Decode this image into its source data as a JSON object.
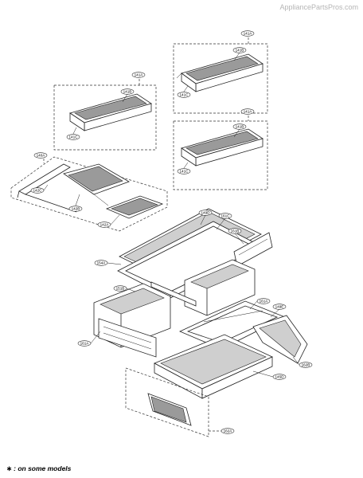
{
  "watermark": "AppliancePartsPros.com",
  "footnote": {
    "marker": "∗",
    "text": ": on some models"
  },
  "callouts": {
    "a141": "141A",
    "b141": "141B",
    "c141": "141C",
    "a140": "140A",
    "c142": "142C",
    "b142": "142B",
    "a142": "142A",
    "d149": "149D",
    "c161": "161C",
    "b161": "161B",
    "a154": "154A",
    "b151": "151B",
    "a161_r": "161A",
    "e149": "149E",
    "a161_l": "161A",
    "b162": "162B",
    "d145": "145D",
    "a162": "162A"
  }
}
